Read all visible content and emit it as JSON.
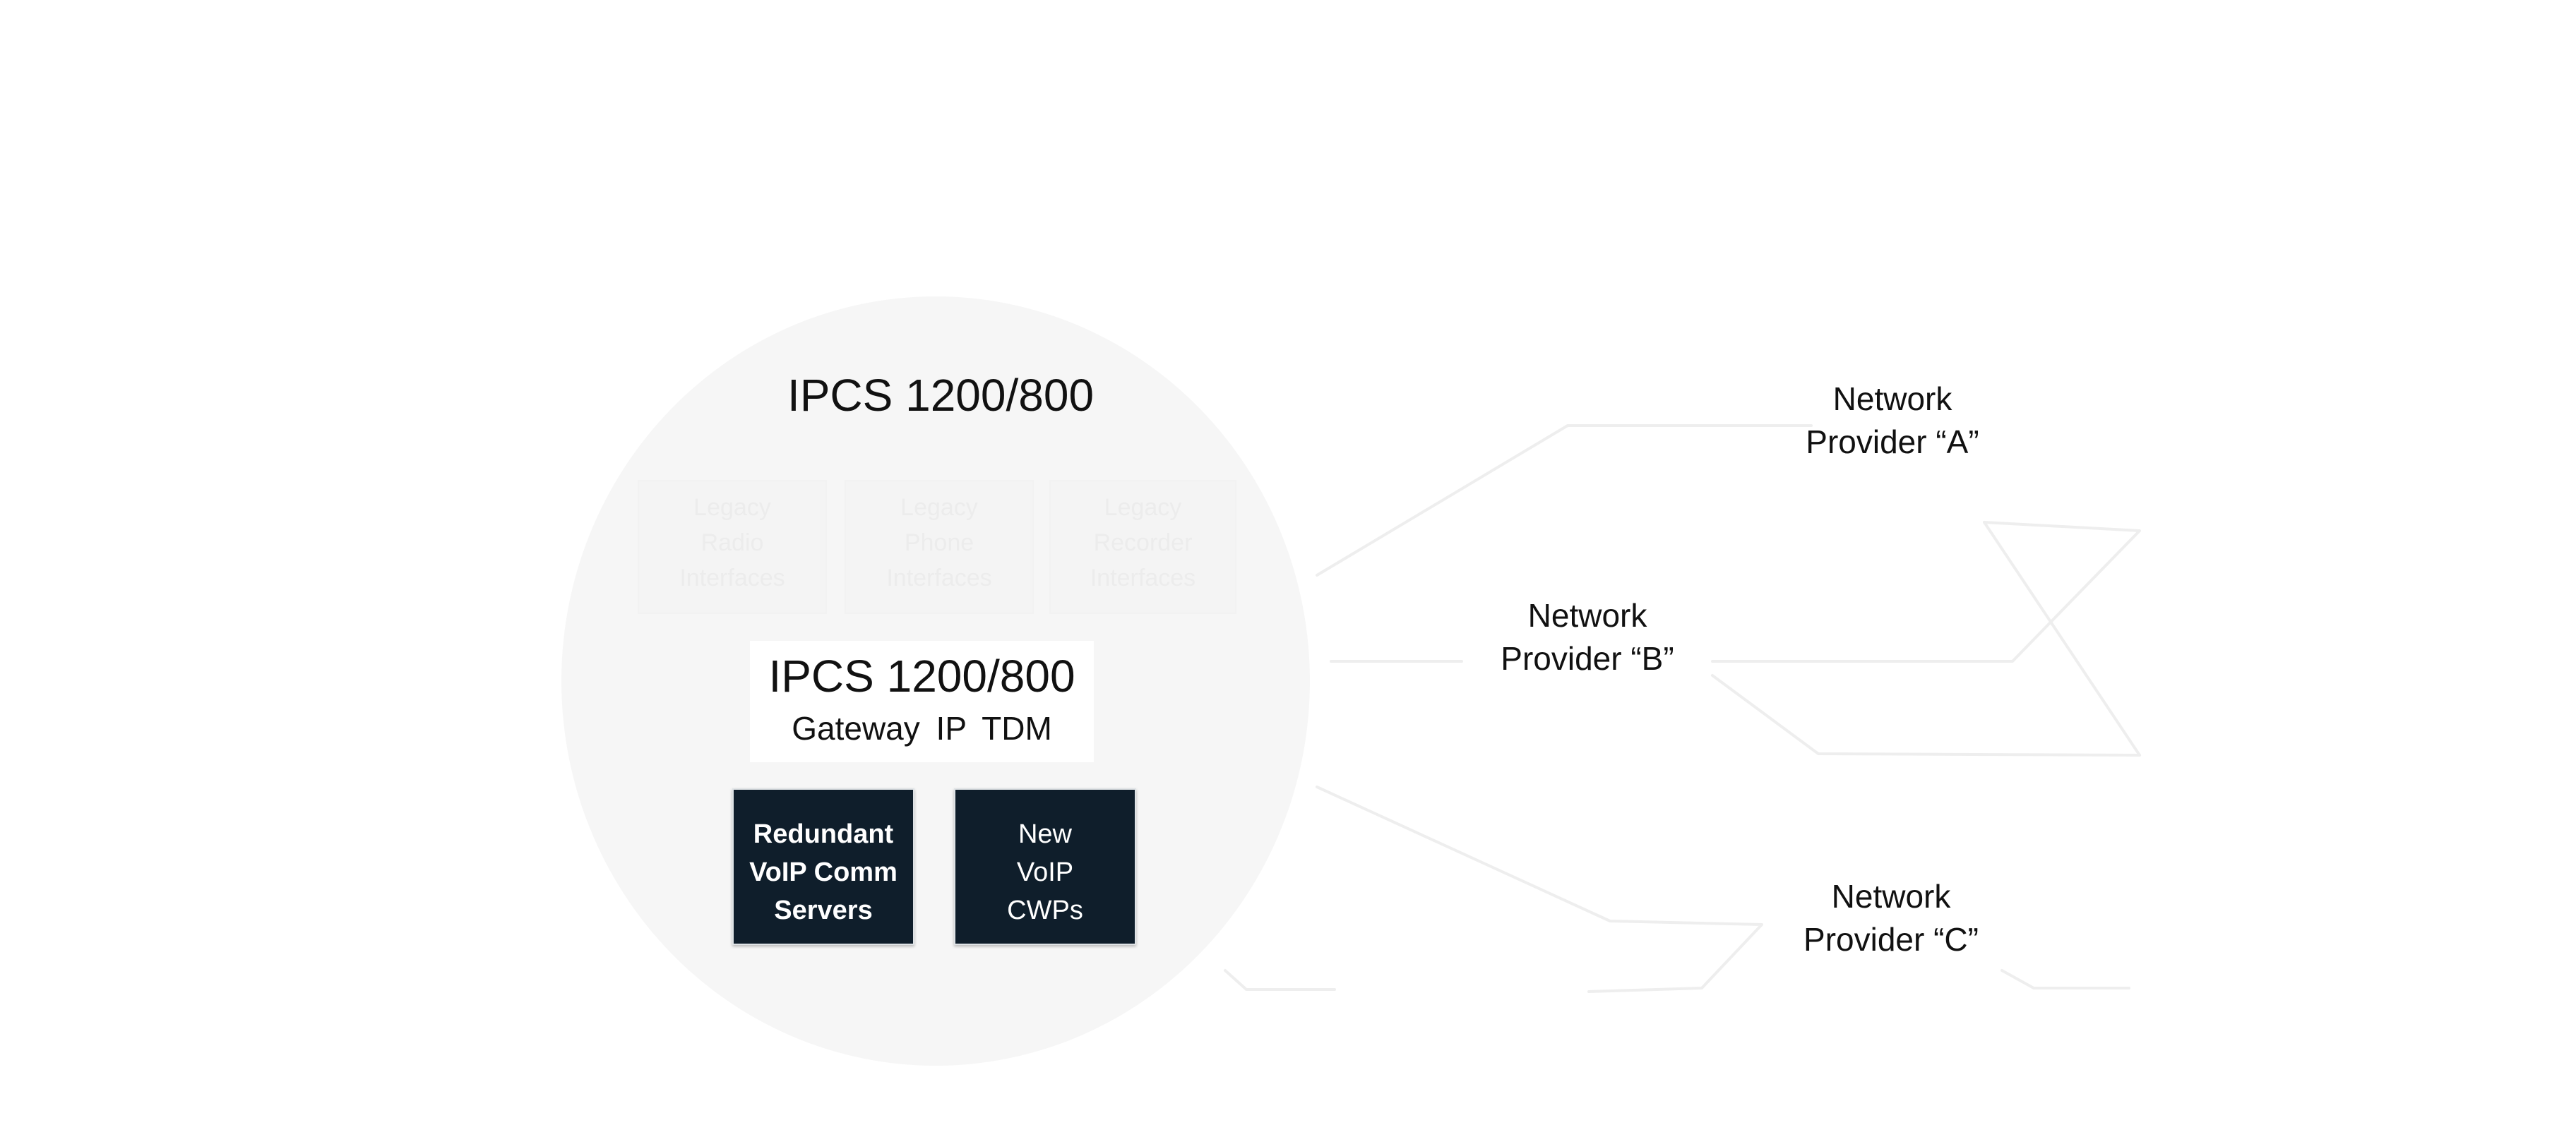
{
  "circle_title": "IPCS 1200/800",
  "legacy_boxes": [
    {
      "lines": [
        "Legacy",
        "Radio",
        "Interfaces"
      ]
    },
    {
      "lines": [
        "Legacy",
        "Phone",
        "Interfaces"
      ]
    },
    {
      "lines": [
        "Legacy",
        "Recorder",
        "Interfaces"
      ]
    }
  ],
  "gateway": {
    "title": "IPCS 1200/800",
    "subtitle": "Gateway IP TDM"
  },
  "dark_boxes": [
    {
      "lines": [
        "Redundant",
        "VoIP Comm",
        "Servers"
      ]
    },
    {
      "lines": [
        "New",
        "VoIP",
        "CWPs"
      ]
    }
  ],
  "providers": [
    {
      "line1": "Network",
      "line2": "Provider “A”"
    },
    {
      "line1": "Network",
      "line2": "Provider “B”"
    },
    {
      "line1": "Network",
      "line2": "Provider “C”"
    }
  ],
  "colors": {
    "circle_fill": "#f6f6f6",
    "dark_box_fill": "#0f1e2b",
    "connector_lines": "#eeeeee"
  }
}
